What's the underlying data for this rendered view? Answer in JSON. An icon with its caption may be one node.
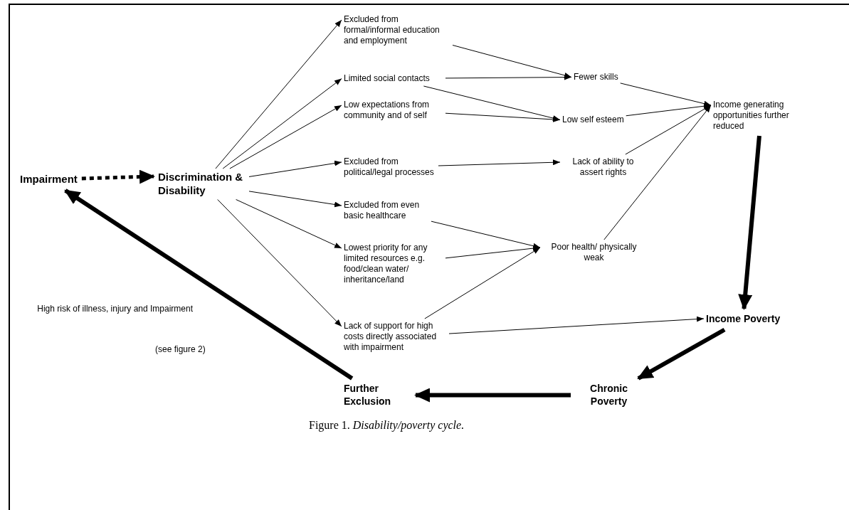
{
  "diagram": {
    "caption": "Figure 1. *Disability/poverty cycle.*",
    "nodes": [
      {
        "text": [
          "Impairment"
        ]
      },
      {
        "text": [
          "Discrimination & Disability"
        ]
      },
      {
        "text": [
          "Excluded from formal/informal education and employment"
        ]
      },
      {
        "text": [
          "Limited social contacts"
        ]
      },
      {
        "text": [
          "Low expectations from community and of self"
        ]
      },
      {
        "text": [
          "Excluded from political/legal processes"
        ]
      },
      {
        "text": [
          "Excluded from even basic healthcare"
        ]
      },
      {
        "text": [
          "Lowest priority for any limited resources e.g. food/clean water/ inheritance/land"
        ]
      },
      {
        "text": [
          "Lack of support for high costs directly associated with impairment"
        ]
      },
      {
        "text": [
          "Fewer skills"
        ]
      },
      {
        "text": [
          "Low self esteem"
        ]
      },
      {
        "text": [
          "Lack of ability to assert rights"
        ]
      },
      {
        "text": [
          "Poor health/ physically weak"
        ]
      },
      {
        "text": [
          "Income generating opportunities further reduced"
        ]
      },
      {
        "text": [
          "Income Poverty"
        ]
      },
      {
        "text": [
          "Chronic Poverty"
        ]
      },
      {
        "text": [
          "Further Exclusion"
        ]
      }
    ],
    "edges": [
      {
        "from": 0,
        "to": 1,
        "arrow": "to",
        "style": "dashed"
      },
      {
        "from": 1,
        "to": 2,
        "arrow": "to"
      },
      {
        "from": 1,
        "to": 3,
        "arrow": "to"
      },
      {
        "from": 1,
        "to": 4,
        "arrow": "to"
      },
      {
        "from": 1,
        "to": 5,
        "arrow": "to"
      },
      {
        "from": 1,
        "to": 6,
        "arrow": "to"
      },
      {
        "from": 1,
        "to": 7,
        "arrow": "to"
      },
      {
        "from": 1,
        "to": 8,
        "arrow": "to"
      },
      {
        "from": 2,
        "to": 9,
        "arrow": "to"
      },
      {
        "from": 3,
        "to": 9,
        "arrow": "to"
      },
      {
        "from": 3,
        "to": 10,
        "arrow": "to"
      },
      {
        "from": 4,
        "to": 10,
        "arrow": "to"
      },
      {
        "from": 5,
        "to": 11,
        "arrow": "to"
      },
      {
        "from": 6,
        "to": 12,
        "arrow": "to"
      },
      {
        "from": 7,
        "to": 12,
        "arrow": "to"
      },
      {
        "from": 8,
        "to": 12,
        "arrow": "to"
      },
      {
        "from": 8,
        "to": 14,
        "arrow": "to"
      },
      {
        "from": 9,
        "to": 13,
        "arrow": "to"
      },
      {
        "from": 10,
        "to": 13,
        "arrow": "to"
      },
      {
        "from": 11,
        "to": 13,
        "arrow": "to"
      },
      {
        "from": 12,
        "to": 13,
        "arrow": "to"
      },
      {
        "from": 13,
        "to": 14,
        "arrow": "to",
        "style": "thick"
      },
      {
        "from": 14,
        "to": 15,
        "arrow": "to",
        "style": "thick"
      },
      {
        "from": 15,
        "to": 16,
        "arrow": "to",
        "style": "thick"
      },
      {
        "from": 16,
        "to": 0,
        "arrow": "to",
        "style": "thick",
        "label": "High risk of illness, injury and Impairment"
      }
    ],
    "labels": [
      "(see figure 2)"
    ]
  }
}
